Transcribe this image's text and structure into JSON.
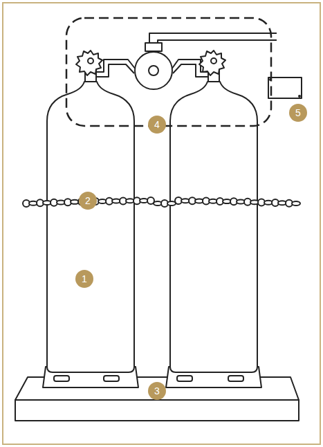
{
  "diagram": {
    "labels": [
      "5",
      "4",
      "2",
      "1",
      "3"
    ]
  }
}
